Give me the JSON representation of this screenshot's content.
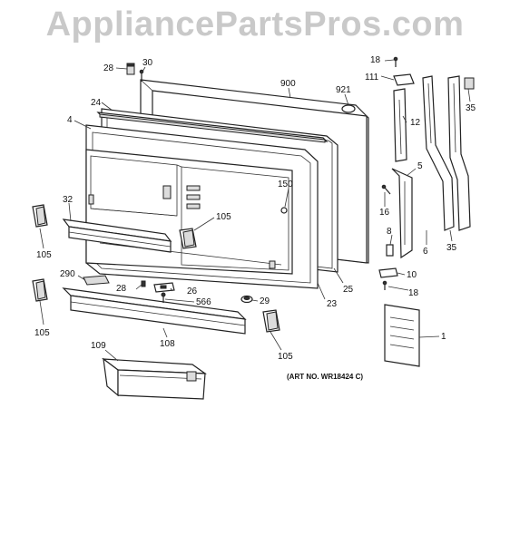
{
  "watermark": "AppliancePartsPros.com",
  "art_number": "(ART NO. WR18424 C)",
  "labels": {
    "l28a": "28",
    "l30": "30",
    "l900": "900",
    "l921": "921",
    "l18a": "18",
    "l111": "111",
    "l35a": "35",
    "l24": "24",
    "l4": "4",
    "l12": "12",
    "l150": "150",
    "l5": "5",
    "l32": "32",
    "l105a": "105",
    "l16": "16",
    "l105b": "105",
    "l8": "8",
    "l6": "6",
    "l35b": "35",
    "l290": "290",
    "l28b": "28",
    "l26": "26",
    "l10": "10",
    "l566": "566",
    "l29": "29",
    "l25": "25",
    "l23": "23",
    "l18b": "18",
    "l105c": "105",
    "l1": "1",
    "l108": "108",
    "l105d": "105",
    "l109": "109"
  }
}
